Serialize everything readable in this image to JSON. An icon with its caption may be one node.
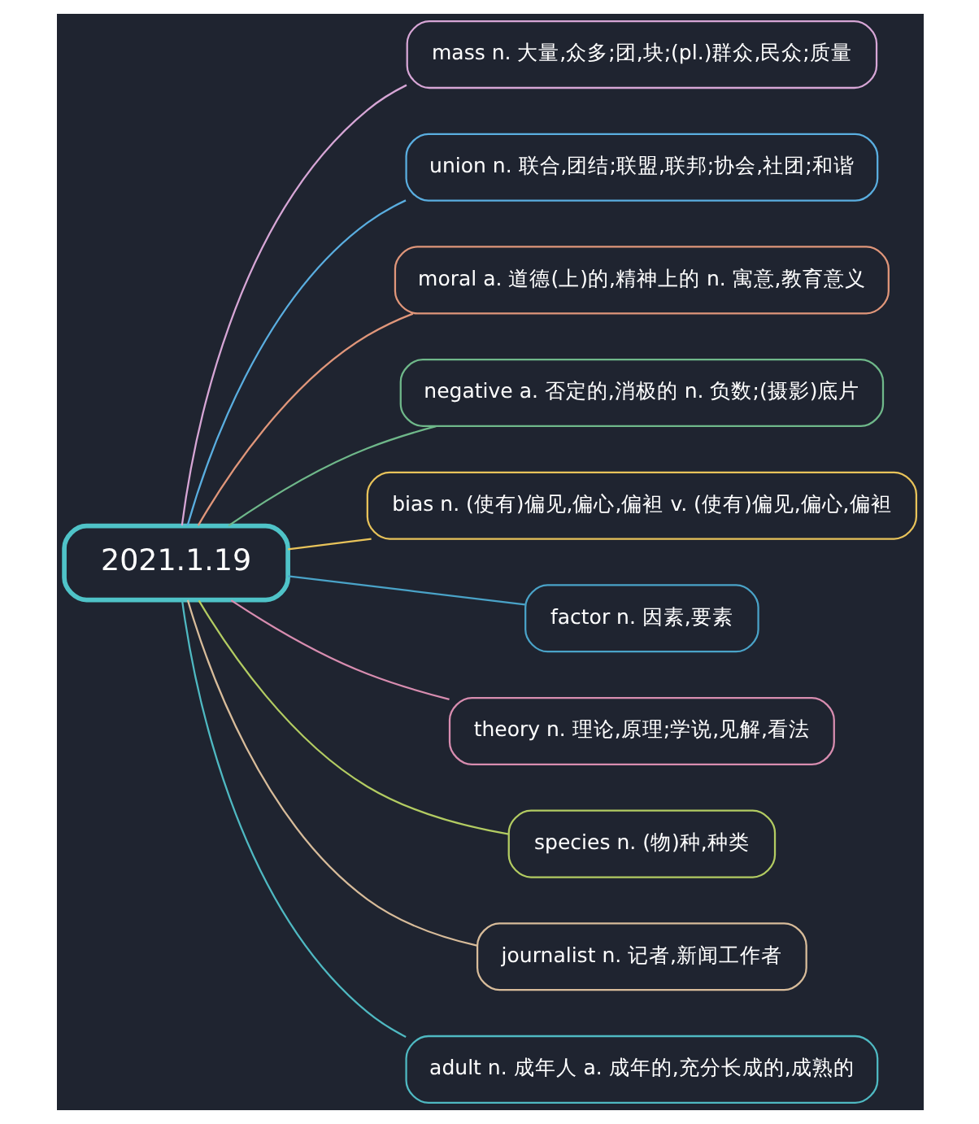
{
  "diagram": {
    "nodes": [
      {
        "text": [
          "2021.1.19"
        ]
      },
      {
        "text": [
          "mass n. 大量,众多;团,块;(pl.)群众,民众;质量"
        ]
      },
      {
        "text": [
          "union n. 联合,团结;联盟,联邦;协会,社团;和谐"
        ]
      },
      {
        "text": [
          "moral a. 道德(上)的,精神上的 n. 寓意,教育意义"
        ]
      },
      {
        "text": [
          "negative a. 否定的,消极的 n. 负数;(摄影)底片"
        ]
      },
      {
        "text": [
          "bias n. (使有)偏见,偏心,偏袒 v. (使有)偏见,偏心,偏袒"
        ]
      },
      {
        "text": [
          "factor n. 因素,要素"
        ]
      },
      {
        "text": [
          "theory n. 理论,原理;学说,见解,看法"
        ]
      },
      {
        "text": [
          "species n. (物)种,种类"
        ]
      },
      {
        "text": [
          "journalist n. 记者,新闻工作者"
        ]
      },
      {
        "text": [
          "adult n. 成年人 a. 成年的,充分长成的,成熟的"
        ]
      }
    ],
    "edges": [
      {
        "from": 0,
        "to": 1,
        "arrow": "none",
        "color": "#d7a6d6"
      },
      {
        "from": 0,
        "to": 2,
        "arrow": "none",
        "color": "#5aaee0"
      },
      {
        "from": 0,
        "to": 3,
        "arrow": "none",
        "color": "#e0967a"
      },
      {
        "from": 0,
        "to": 4,
        "arrow": "none",
        "color": "#6fb88a"
      },
      {
        "from": 0,
        "to": 5,
        "arrow": "none",
        "color": "#e8c35a"
      },
      {
        "from": 0,
        "to": 6,
        "arrow": "none",
        "color": "#4aa3c8"
      },
      {
        "from": 0,
        "to": 7,
        "arrow": "none",
        "color": "#d88db0"
      },
      {
        "from": 0,
        "to": 8,
        "arrow": "none",
        "color": "#b3cc62"
      },
      {
        "from": 0,
        "to": 9,
        "arrow": "none",
        "color": "#d8bc9a"
      },
      {
        "from": 0,
        "to": 10,
        "arrow": "none",
        "color": "#4fb9c2"
      }
    ]
  }
}
